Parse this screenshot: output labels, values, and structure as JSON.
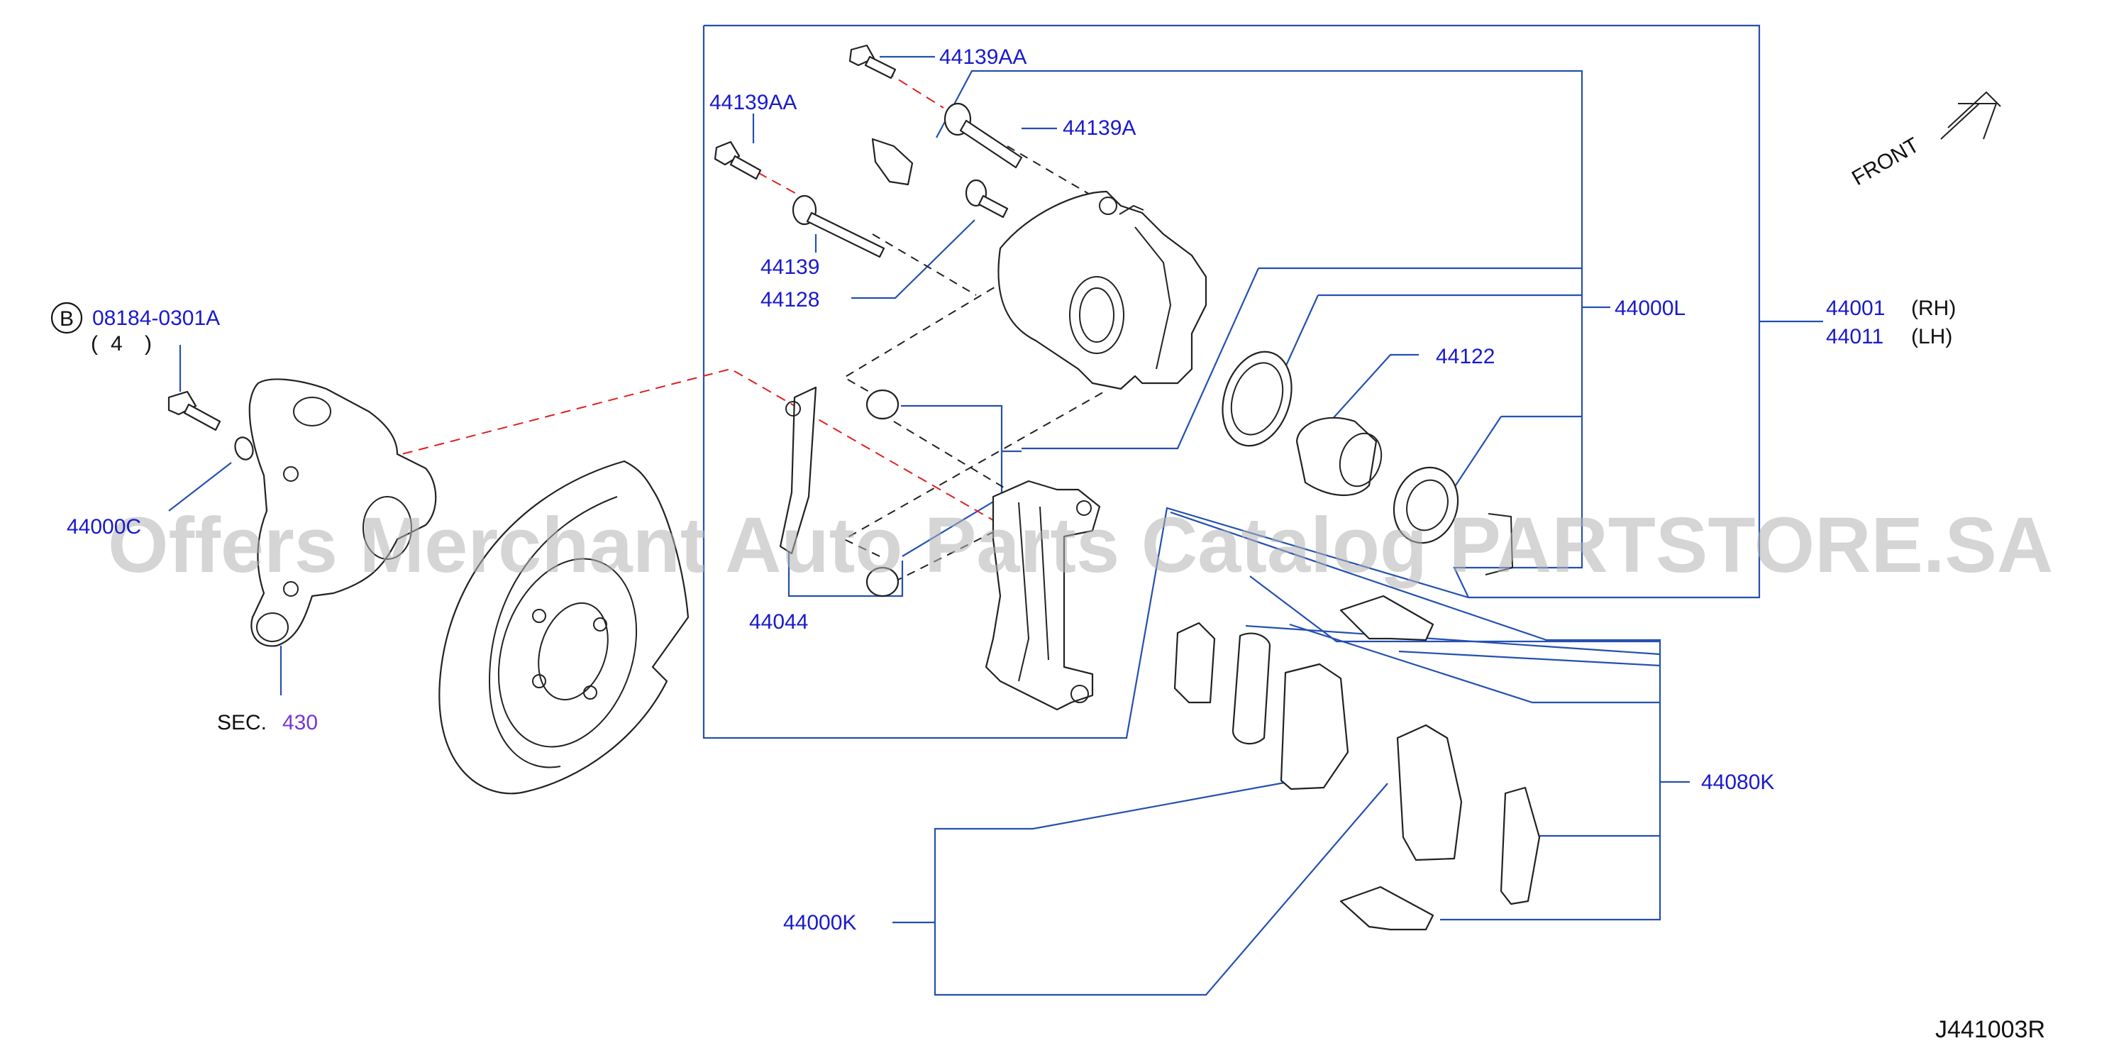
{
  "callouts": {
    "p44139AA_top": "44139AA",
    "p44139AA_left": "44139AA",
    "p44139A": "44139A",
    "p44139": "44139",
    "p44128": "44128",
    "p44000L": "44000L",
    "p44001": "44001",
    "p44001_side": "(RH)",
    "p44011": "44011",
    "p44011_side": "(LH)",
    "p44122": "44122",
    "p44044": "44044",
    "p44080K": "44080K",
    "p44000K": "44000K",
    "p08184": "08184-0301A",
    "p08184_qty_open": "(",
    "p08184_qty": "4",
    "p08184_qty_close": ")",
    "p08184_circle": "B",
    "p44000C": "44000C",
    "sec_prefix": "SEC.",
    "sec_number": "430"
  },
  "front_label": "FRONT",
  "diagram_code": "J441003R",
  "watermark": "Offers Merchant Auto Parts Catalog PARTSTORE.SA",
  "colors": {
    "callout": "#1a1acc",
    "leader": "#2450b0",
    "section_ref": "#7a35d6",
    "dash_red": "#e02020",
    "line_art": "#222222",
    "watermark": "#b4b4b4"
  }
}
